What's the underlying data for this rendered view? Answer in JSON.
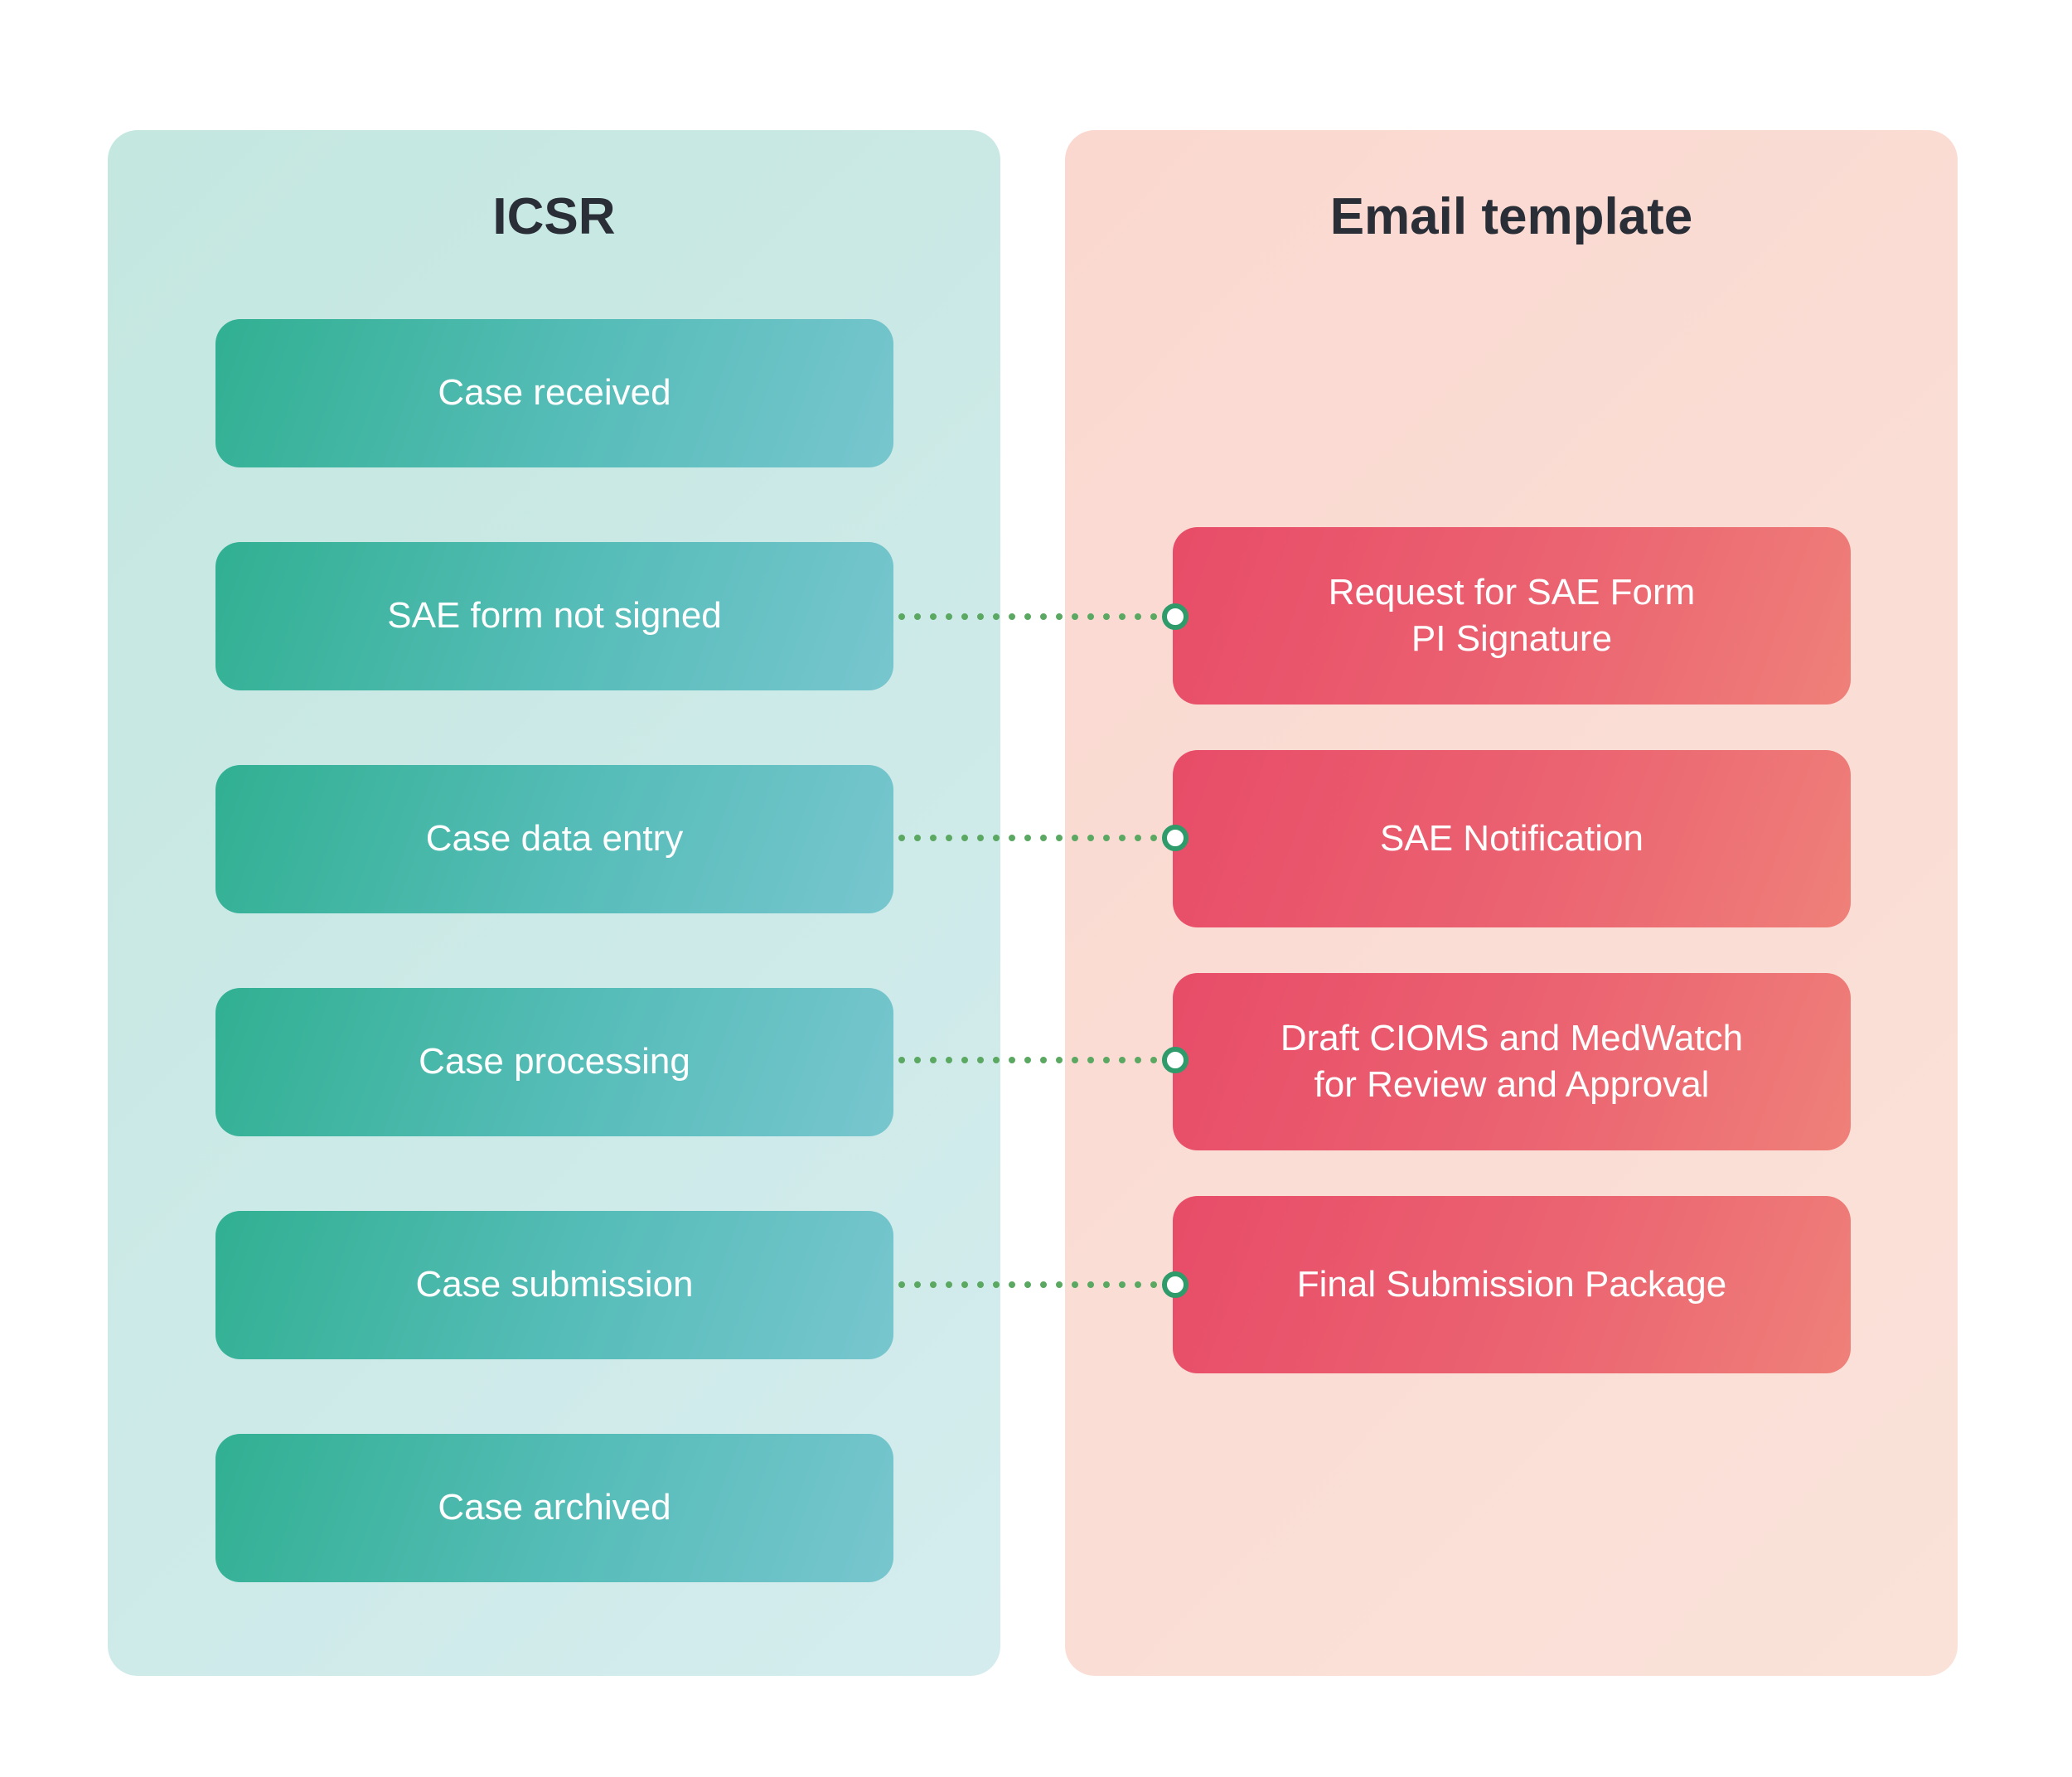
{
  "columns": {
    "left": {
      "title": "ICSR",
      "items": [
        "Case received",
        "SAE form not signed",
        "Case data entry",
        "Case processing",
        "Case submission",
        "Case archived"
      ]
    },
    "right": {
      "title": "Email template",
      "items": [
        "Request for SAE Form\nPI Signature",
        "SAE Notification",
        "Draft CIOMS and MedWatch\nfor Review and Approval",
        "Final Submission Package"
      ]
    }
  },
  "links": [
    {
      "from": "SAE form not signed",
      "to": "Request for SAE Form PI Signature"
    },
    {
      "from": "Case data entry",
      "to": "SAE Notification"
    },
    {
      "from": "Case processing",
      "to": "Draft CIOMS and MedWatch for Review and Approval"
    },
    {
      "from": "Case submission",
      "to": "Final Submission Package"
    }
  ],
  "colors": {
    "connector": "#5aa861",
    "connector_endpoint": "#2f9a6a",
    "left_box_start": "#31b092",
    "left_box_end": "#78c6cf",
    "right_box_start": "#e84c68",
    "right_box_end": "#ef8079"
  }
}
